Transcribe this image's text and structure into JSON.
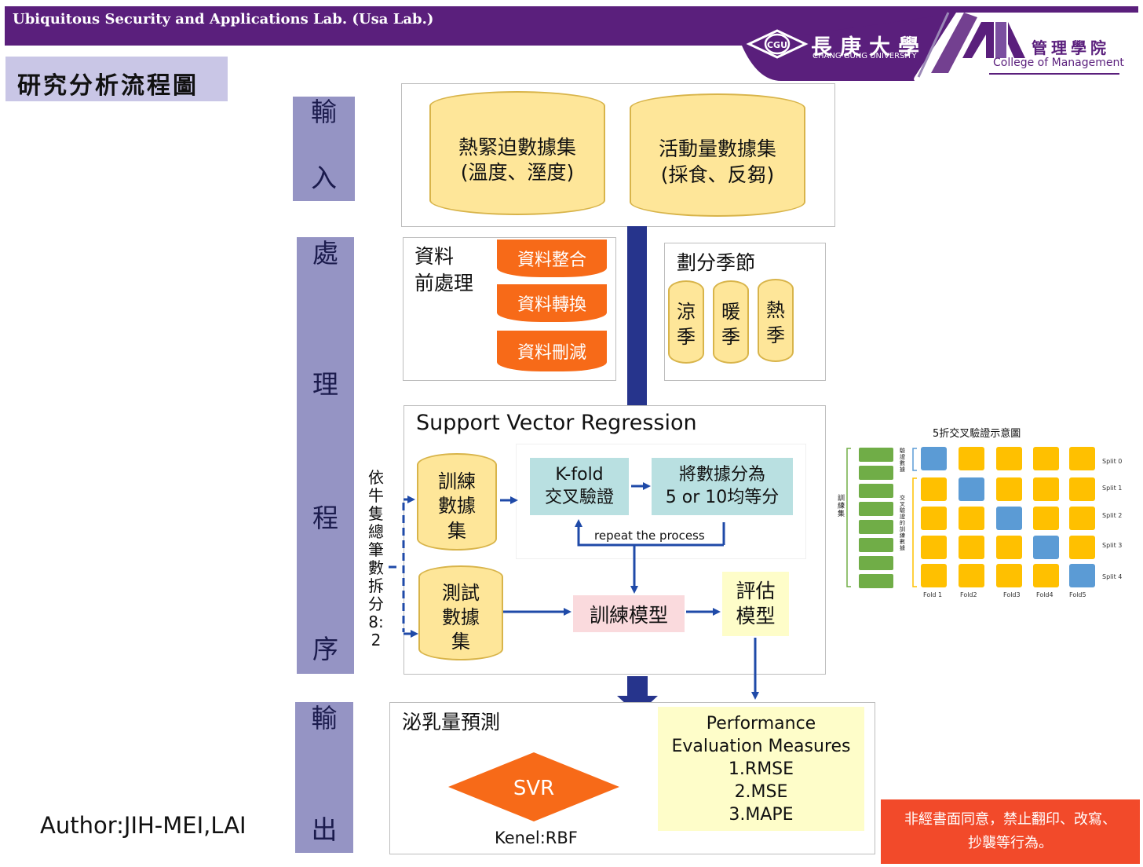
{
  "header": {
    "lab_name": "Ubiquitous Security and Applications Lab. (Usa Lab.)",
    "university_cn": "長庚大學",
    "university_en": "CHANG GUNG UNIVERSITY",
    "university_logo_text": "CGU",
    "college_cn": "管理學院",
    "college_en": "College of Management",
    "purple": "#5a1f7c"
  },
  "page_title": "研究分析流程圖",
  "sidebar": {
    "input": [
      "輸",
      "入"
    ],
    "process": [
      "處",
      "理",
      "程",
      "序"
    ],
    "output": [
      "輸",
      "出"
    ]
  },
  "input_stage": {
    "datasets": [
      {
        "line1": "熱緊迫數據集",
        "line2": "(溫度、溼度)"
      },
      {
        "line1": "活動量數據集",
        "line2": "(採食、反芻)"
      }
    ]
  },
  "preprocess": {
    "title_line1": "資料",
    "title_line2": "前處理",
    "steps": [
      "資料整合",
      "資料轉換",
      "資料刪減"
    ]
  },
  "seasons": {
    "title": "劃分季節",
    "items": [
      {
        "a": "涼",
        "b": "季"
      },
      {
        "a": "暖",
        "b": "季"
      },
      {
        "a": "熱",
        "b": "季"
      }
    ]
  },
  "svr_section": {
    "title": "Support Vector Regression",
    "split_label": "依牛隻總筆數拆分8:2",
    "train_set": [
      "訓練",
      "數據",
      "集"
    ],
    "test_set": [
      "測試",
      "數據",
      "集"
    ],
    "kfold_line1": "K-fold",
    "kfold_line2": "交叉驗證",
    "divide_line1": "將數據分為",
    "divide_line2": "5 or 10均等分",
    "repeat": "repeat the process",
    "train_model": "訓練模型",
    "eval_line1": "評估",
    "eval_line2": "模型"
  },
  "output_stage": {
    "title": "泌乳量預測",
    "svr": "SVR",
    "kernel": "Kenel:RBF",
    "perf_lines": [
      "Performance",
      "Evaluation Measures",
      "1.RMSE",
      "2.MSE",
      "3.MAPE"
    ]
  },
  "kfold_illustration": {
    "title": "5折交叉驗證示意圖",
    "left_label": "訓練集",
    "val_label": "驗證數據",
    "cross_label": "交叉驗證的訓練數據",
    "splits": [
      "Split 0",
      "Split 1",
      "Split 2",
      "Split 3",
      "Split 4"
    ],
    "folds": [
      "Fold 1",
      "Fold2",
      "Fold3",
      "Fold4",
      "Fold5"
    ],
    "blue": "#5b9bd5",
    "yellow": "#ffc000",
    "green": "#70ad47"
  },
  "author": "Author:JIH-MEI,LAI",
  "copyright_line1": "非經書面同意，禁止翻印、改寫、",
  "copyright_line2": "抄襲等行為。"
}
